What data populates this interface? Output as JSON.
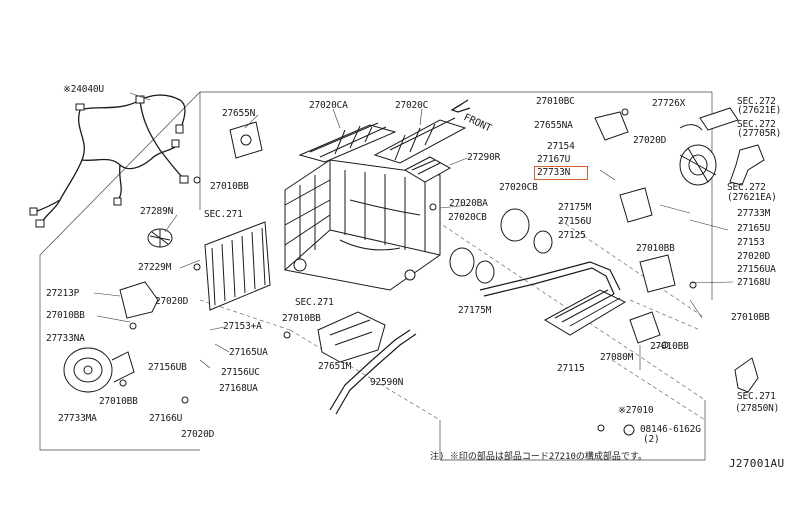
{
  "diagram": {
    "code": "J27001AU",
    "note": "注) ※印の部品は部品コード27210の構成部品です。",
    "front_label": "FRONT",
    "highlight_color": "#d4602a",
    "highlighted_part": "27733N",
    "labels": {
      "l24040U": "※24040U",
      "l27655N": "27655N",
      "l27020CA": "27020CA",
      "l27020C": "27020C",
      "l27010BB_a": "27010BB",
      "l27290R": "27290R",
      "l27289N": "27289N",
      "lSEC271a": "SEC.271",
      "l27229M": "27229M",
      "l27213P": "27213P",
      "l27010BB_b": "27010BB",
      "l27020D_a": "27020D",
      "l27733NA": "27733NA",
      "l27153A": "27153+A",
      "l27165UA": "27165UA",
      "l27156UB": "27156UB",
      "l27156UC": "27156UC",
      "l27168UA": "27168UA",
      "l27010BB_c": "27010BB",
      "l27166U": "27166U",
      "l27733MA": "27733MA",
      "l27020D_b": "27020D",
      "lSEC271b": "SEC.271",
      "l27010BB_d": "27010BB",
      "l27651M": "27651M",
      "l92590N": "92590N",
      "l27020BA": "27020BA",
      "l27020CB_a": "27020CB",
      "l27020CB_b": "27020CB",
      "l27175M_a": "27175M",
      "l27156U": "27156U",
      "l27125": "27125",
      "l27175M_b": "27175M",
      "l27115": "27115",
      "l27080M": "27080M",
      "l27010BB_e": "27010BB",
      "l27010": "※27010",
      "l08146": "08146-6162G",
      "l08146q": "(2)",
      "l27010BC": "27010BC",
      "l27655NA": "27655NA",
      "l27154": "27154",
      "l27167U": "27167U",
      "l27733N": "27733N",
      "l27020D_c": "27020D",
      "l27726X": "27726X",
      "lSEC272a": "SEC.272",
      "l27621E": "(27621E)",
      "lSEC272b": "SEC.272",
      "l27705R": "(27705R)",
      "lSEC272c": "SEC.272",
      "l27621EA": "(27621EA)",
      "l27733M": "27733M",
      "l27165U": "27165U",
      "l27153": "27153",
      "l27020D_d": "27020D",
      "l27156UA": "27156UA",
      "l27168U": "27168U",
      "l27010BB_f": "27010BB",
      "l27010BB_g": "27010BB",
      "lSEC271c": "SEC.271",
      "l27850N": "(27850N)"
    }
  }
}
